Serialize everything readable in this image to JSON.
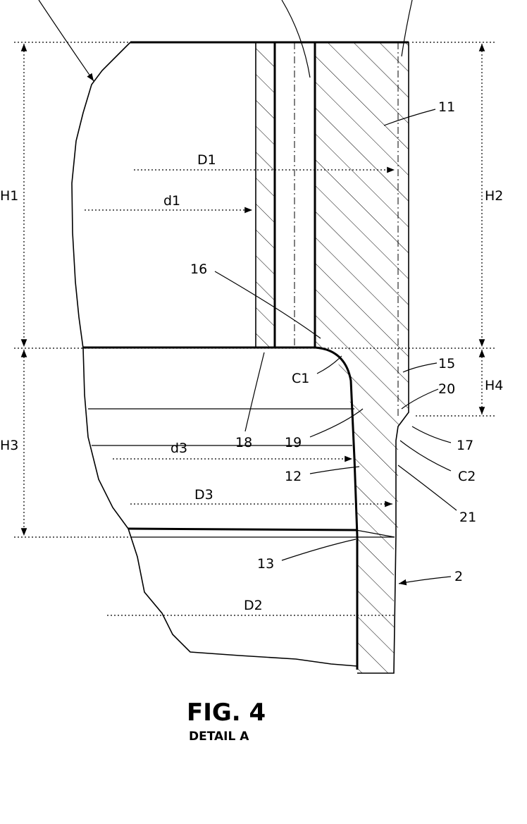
{
  "figure": {
    "caption": "FIG. 4",
    "subcaption": "DETAIL A"
  },
  "labels": {
    "h1": "H1",
    "h2": "H2",
    "h3": "H3",
    "h4": "H4",
    "d1_upper": "D1",
    "d1_lower": "d1",
    "d3_lower": "d3",
    "d3_upper": "D3",
    "d2_upper": "D2",
    "n11": "11",
    "n16": "16",
    "c1": "C1",
    "n15": "15",
    "n20": "20",
    "n18": "18",
    "n19": "19",
    "n17": "17",
    "n12": "12",
    "c2": "C2",
    "n21": "21",
    "n13": "13",
    "n2": "2"
  }
}
